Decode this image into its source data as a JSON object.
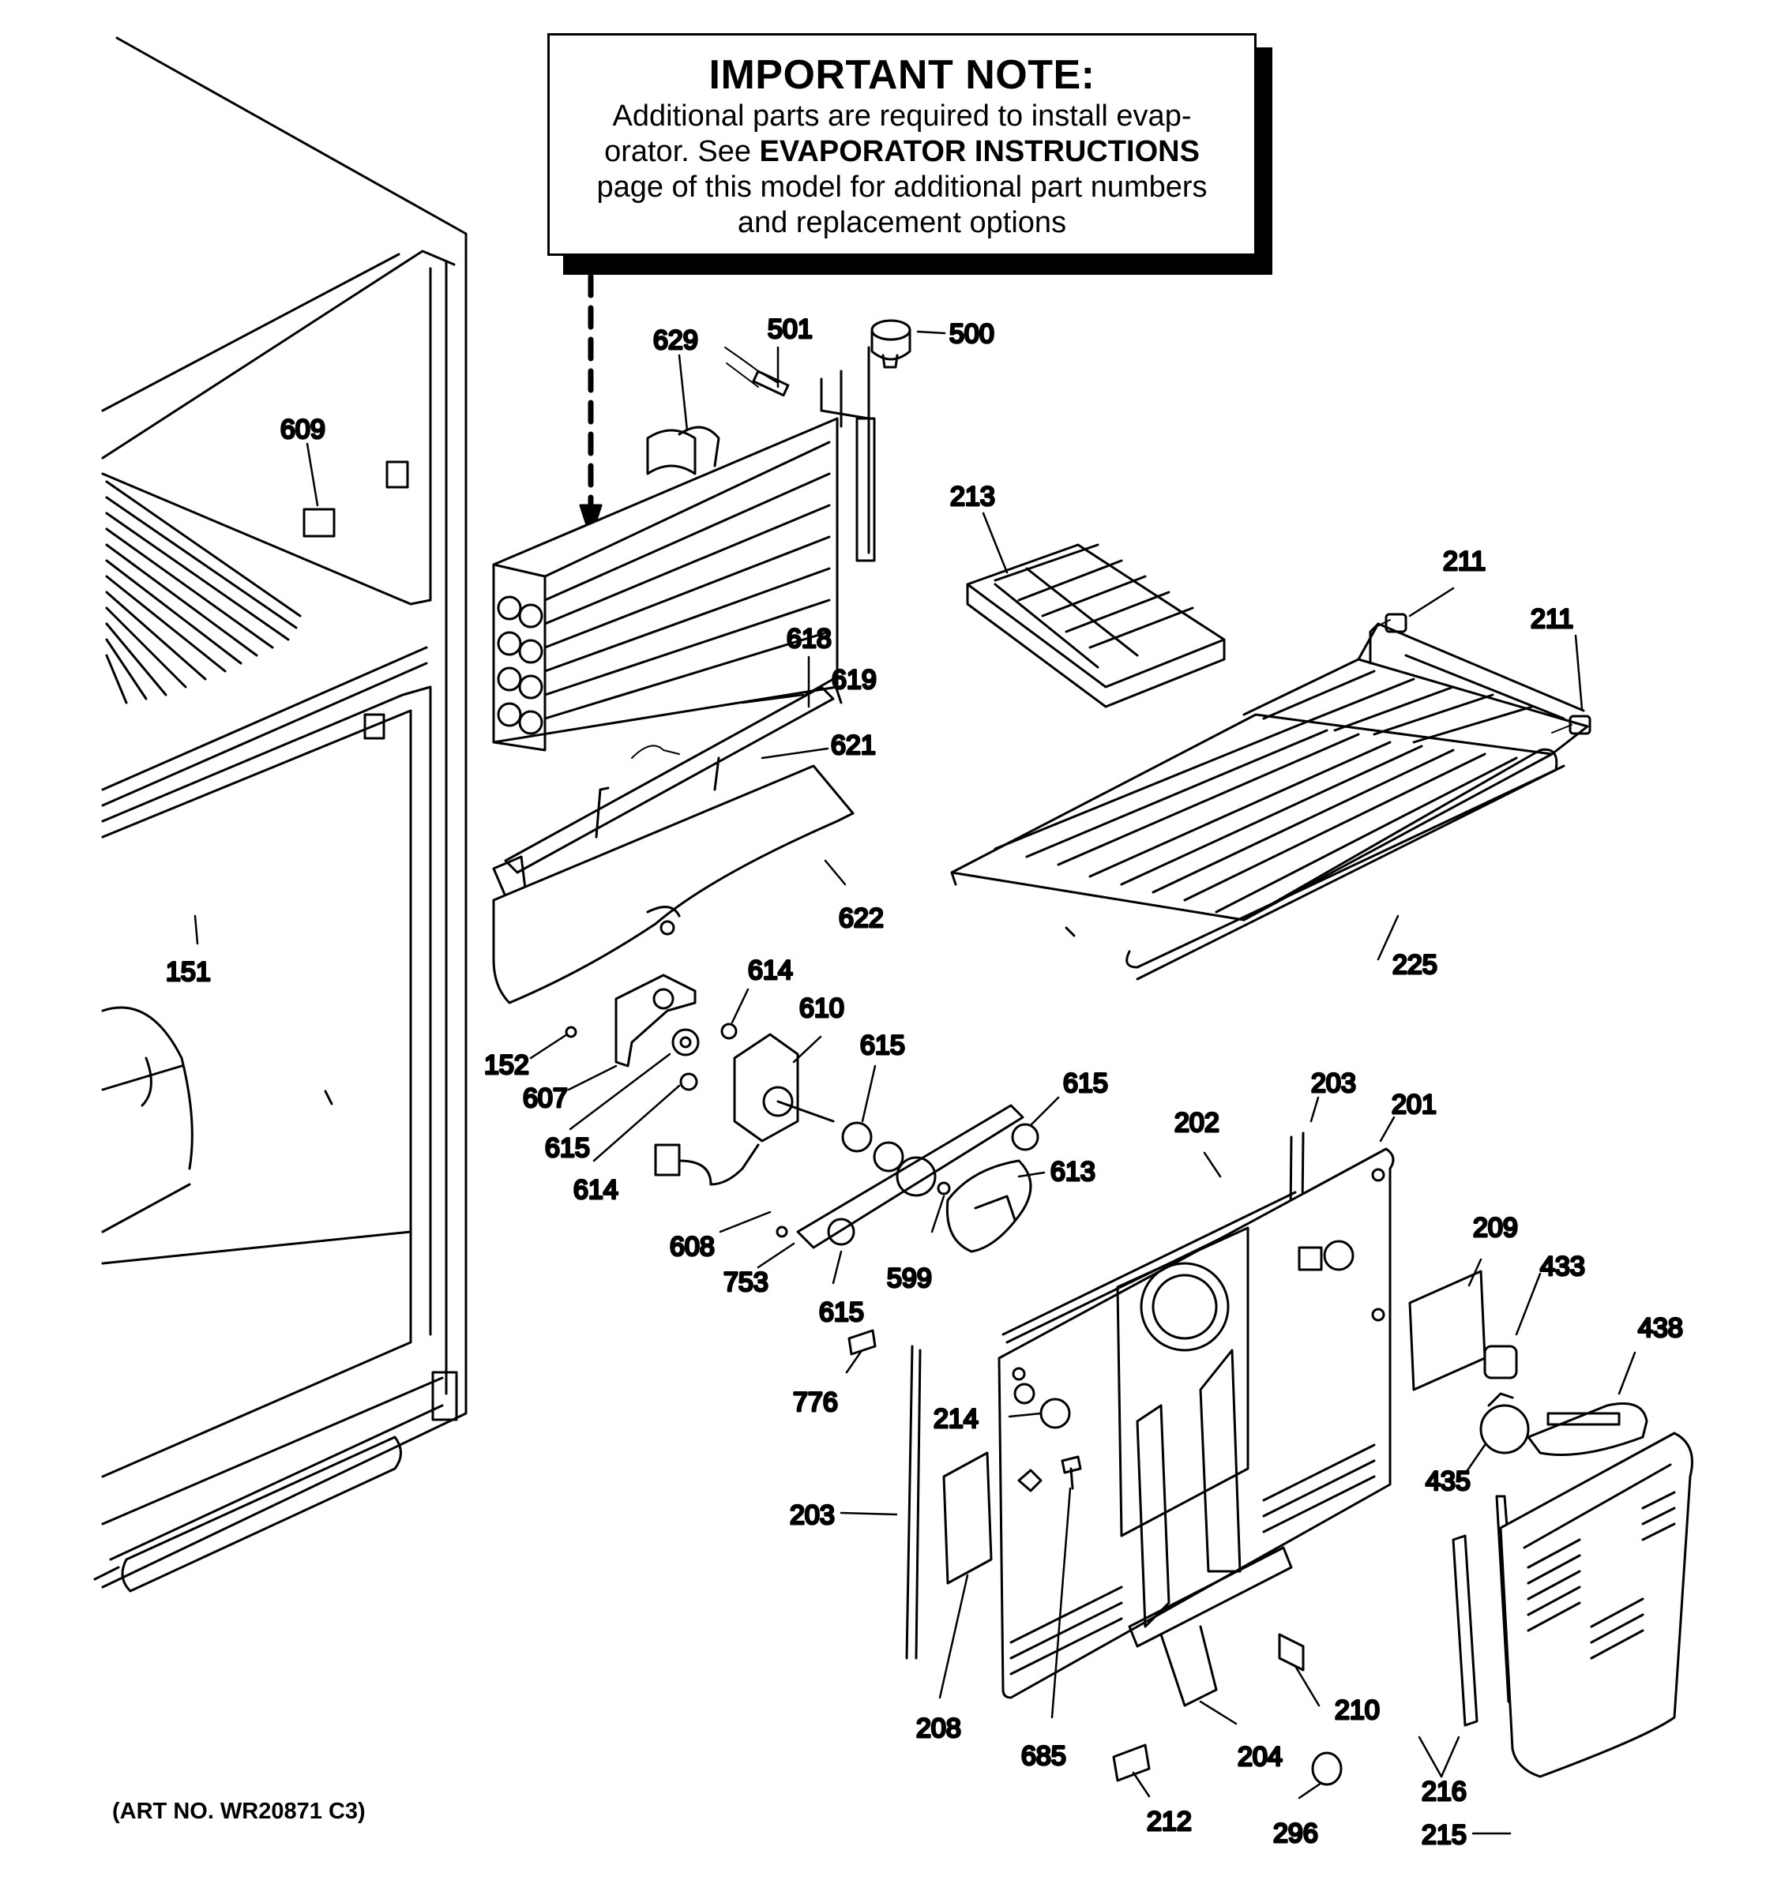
{
  "note": {
    "title": "IMPORTANT NOTE:",
    "line1": "Additional parts are required to install evap-",
    "line2_a": "orator.  See ",
    "line2_b": "EVAPORATOR INSTRUCTIONS",
    "line3": "page of this model for additional part numbers",
    "line4": "and replacement options"
  },
  "art_number": "(ART NO. WR20871 C3)",
  "callouts": [
    {
      "id": "c629",
      "label": "629"
    },
    {
      "id": "c501",
      "label": "501"
    },
    {
      "id": "c500",
      "label": "500"
    },
    {
      "id": "c609",
      "label": "609"
    },
    {
      "id": "c213",
      "label": "213"
    },
    {
      "id": "c211a",
      "label": "211"
    },
    {
      "id": "c211b",
      "label": "211"
    },
    {
      "id": "c618",
      "label": "618"
    },
    {
      "id": "c619",
      "label": "619"
    },
    {
      "id": "c621",
      "label": "621"
    },
    {
      "id": "c622",
      "label": "622"
    },
    {
      "id": "c225",
      "label": "225"
    },
    {
      "id": "c151",
      "label": "151"
    },
    {
      "id": "c614a",
      "label": "614"
    },
    {
      "id": "c610",
      "label": "610"
    },
    {
      "id": "c615a",
      "label": "615"
    },
    {
      "id": "c615b",
      "label": "615"
    },
    {
      "id": "c152",
      "label": "152"
    },
    {
      "id": "c607",
      "label": "607"
    },
    {
      "id": "c615c",
      "label": "615"
    },
    {
      "id": "c614b",
      "label": "614"
    },
    {
      "id": "c203a",
      "label": "203"
    },
    {
      "id": "c202",
      "label": "202"
    },
    {
      "id": "c201",
      "label": "201"
    },
    {
      "id": "c613",
      "label": "613"
    },
    {
      "id": "c608",
      "label": "608"
    },
    {
      "id": "c753",
      "label": "753"
    },
    {
      "id": "c599",
      "label": "599"
    },
    {
      "id": "c615d",
      "label": "615"
    },
    {
      "id": "c209",
      "label": "209"
    },
    {
      "id": "c433",
      "label": "433"
    },
    {
      "id": "c438",
      "label": "438"
    },
    {
      "id": "c776",
      "label": "776"
    },
    {
      "id": "c214",
      "label": "214"
    },
    {
      "id": "c435",
      "label": "435"
    },
    {
      "id": "c203b",
      "label": "203"
    },
    {
      "id": "c208",
      "label": "208"
    },
    {
      "id": "c685",
      "label": "685"
    },
    {
      "id": "c210",
      "label": "210"
    },
    {
      "id": "c204",
      "label": "204"
    },
    {
      "id": "c216",
      "label": "216"
    },
    {
      "id": "c212",
      "label": "212"
    },
    {
      "id": "c296",
      "label": "296"
    },
    {
      "id": "c215",
      "label": "215"
    }
  ]
}
